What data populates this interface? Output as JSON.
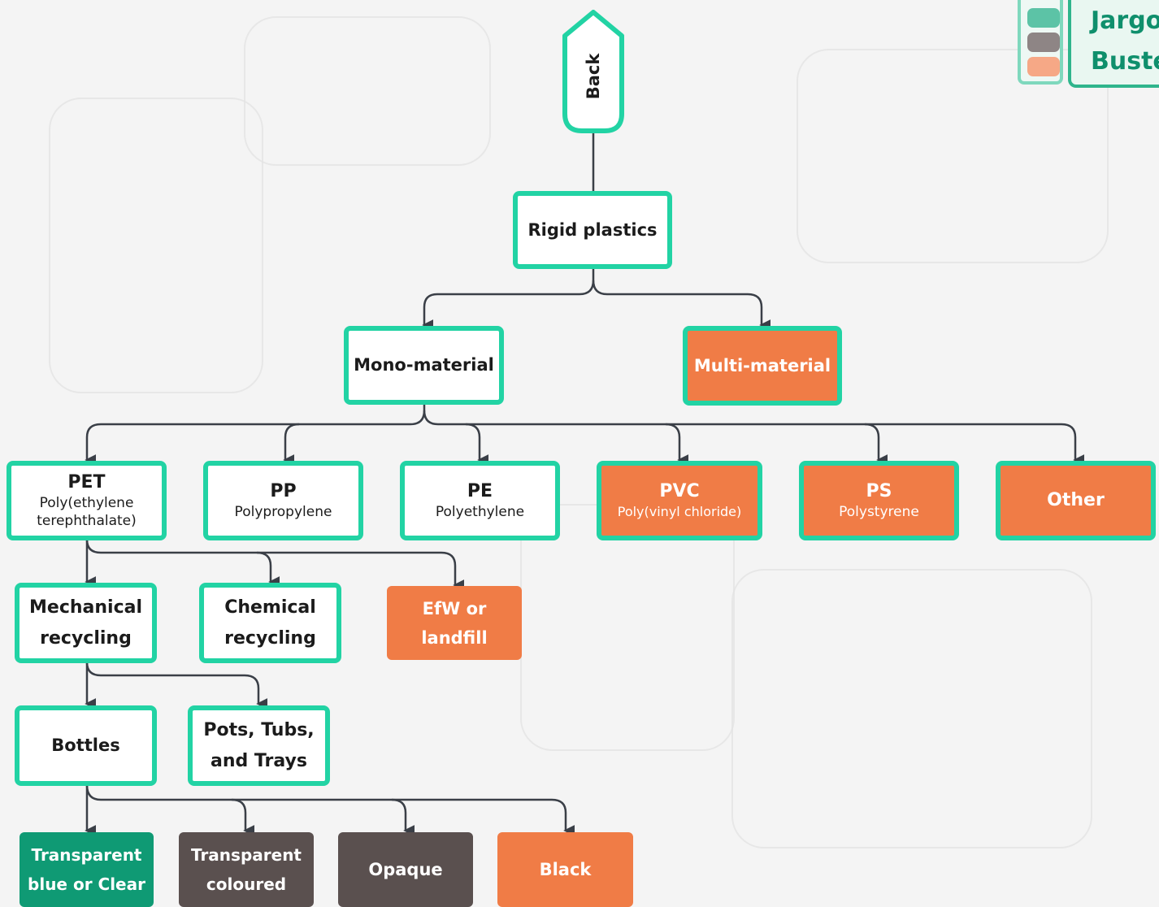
{
  "back": {
    "label": "Back"
  },
  "logo": {
    "line1": "Jargo",
    "line2": "Buste",
    "key_colors": [
      "#5cc3a6",
      "#8e8585",
      "#f6a886"
    ]
  },
  "colors": {
    "border_green": "#22d3a4",
    "orange": "#f07c46",
    "dark_green": "#0f9a74",
    "dark_grey": "#5a504f",
    "connector": "#3a3f47"
  },
  "tree": {
    "root": "Rigid plastics",
    "mono": "Mono-material",
    "multi": "Multi-material",
    "polymers": [
      {
        "abbr": "PET",
        "name": "Poly(ethylene terephthalate)"
      },
      {
        "abbr": "PP",
        "name": "Polypropylene"
      },
      {
        "abbr": "PE",
        "name": "Polyethylene"
      },
      {
        "abbr": "PVC",
        "name": "Poly(vinyl chloride)"
      },
      {
        "abbr": "PS",
        "name": "Polystyrene"
      },
      {
        "abbr": "Other",
        "name": ""
      }
    ],
    "routes": [
      {
        "label": "Mechanical recycling"
      },
      {
        "label": "Chemical recycling"
      },
      {
        "label": "EfW or landfill"
      }
    ],
    "formats": [
      {
        "label": "Bottles"
      },
      {
        "label": "Pots, Tubs, and Trays"
      }
    ],
    "colours": [
      {
        "label": "Transparent blue or Clear"
      },
      {
        "label": "Transparent coloured"
      },
      {
        "label": "Opaque"
      },
      {
        "label": "Black"
      }
    ]
  }
}
